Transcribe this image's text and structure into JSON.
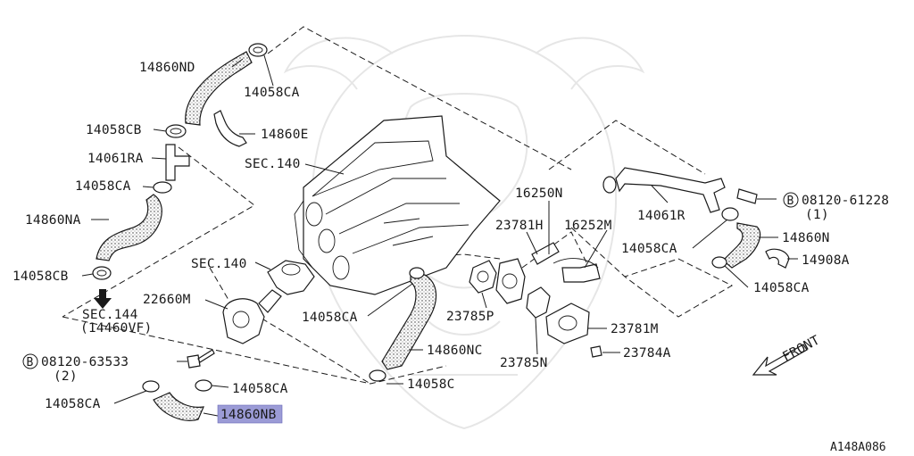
{
  "labels": {
    "l14860ND": "14860ND",
    "l14058CA_top": "14058CA",
    "l14058CB_top": "14058CB",
    "l14860E": "14860E",
    "l14061RA": "14061RA",
    "l14058CA_left": "14058CA",
    "l14860NA": "14860NA",
    "l14058CB_bot": "14058CB",
    "lSEC140_top": "SEC.140",
    "lSEC140_mid": "SEC.140",
    "lSEC144": "SEC.144",
    "lSEC144_sub": "(14460VF)",
    "l22660M": "22660M",
    "l14058CA_mid": "14058CA",
    "l08120_63533": "08120-63533",
    "l08120_63533_qty": "(2)",
    "l14058CA_low": "14058CA",
    "l14058CA_bl": "14058CA",
    "l14860NB": "14860NB",
    "l14860NC": "14860NC",
    "l14058C": "14058C",
    "l16250N": "16250N",
    "l23781H": "23781H",
    "l16252M": "16252M",
    "l23785P": "23785P",
    "l23785N": "23785N",
    "l23781M": "23781M",
    "l23784A": "23784A",
    "l14061R": "14061R",
    "l08120_61228": "08120-61228",
    "l08120_61228_qty": "(1)",
    "l14058CA_right": "14058CA",
    "l14860N": "14860N",
    "l14908A": "14908A",
    "l14058CA_right2": "14058CA",
    "lFRONT": "FRONT",
    "code": "A148A086",
    "bolt_mark_1": "B",
    "bolt_mark_2": "B"
  },
  "highlight": {
    "part": "14860NB",
    "color": "#9b9bd6"
  }
}
